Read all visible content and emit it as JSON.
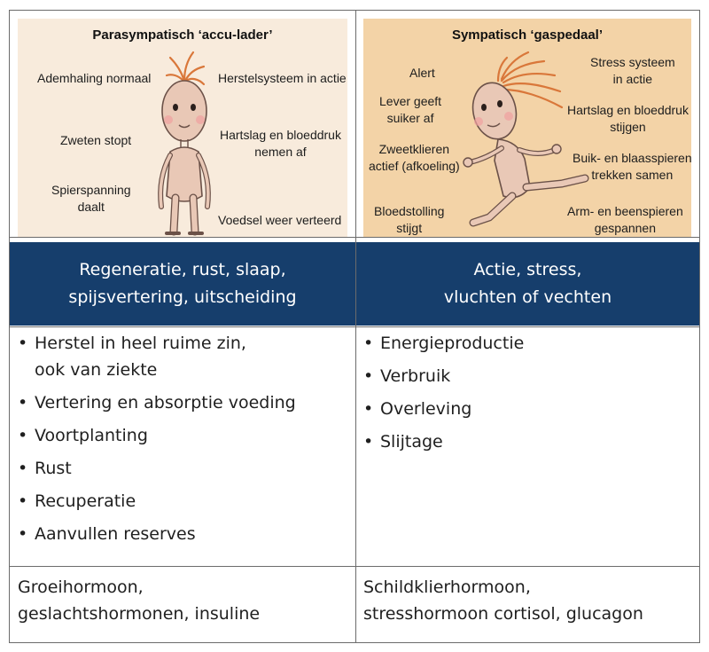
{
  "left": {
    "panel_title": "Parasympatisch ‘accu-lader’",
    "labels": {
      "ademhaling": "Ademhaling normaal",
      "herstelsysteem": "Herstelsysteem in actie",
      "zweten": "Zweten stopt",
      "hartslag": [
        "Hartslag en bloeddruk",
        "nemen af"
      ],
      "spierspanning": [
        "Spierspanning",
        "daalt"
      ],
      "voedsel": "Voedsel weer verteerd"
    },
    "heading": [
      "Regeneratie, rust, slaap,",
      "spijsvertering, uitscheiding"
    ],
    "items": [
      [
        "Herstel in heel ruime zin,",
        "ook van ziekte"
      ],
      [
        "Vertering en absorptie voeding"
      ],
      [
        "Voortplanting"
      ],
      [
        "Rust"
      ],
      [
        "Recuperatie"
      ],
      [
        "Aanvullen reserves"
      ]
    ],
    "hormones": [
      "Groeihormoon,",
      "geslachtshormonen, insuline"
    ]
  },
  "right": {
    "panel_title": "Sympatisch ‘gaspedaal’",
    "labels": {
      "alert": "Alert",
      "stress": [
        "Stress systeem",
        "in actie"
      ],
      "lever": [
        "Lever geeft",
        "suiker af"
      ],
      "hartslag": [
        "Hartslag en bloeddruk",
        "stijgen"
      ],
      "zweetklieren": [
        "Zweetklieren",
        "actief (afkoeling)"
      ],
      "buik": [
        "Buik- en blaasspieren",
        "trekken samen"
      ],
      "bloedstolling": [
        "Bloedstolling",
        "stijgt"
      ],
      "arm": [
        "Arm- en beenspieren",
        "gespannen"
      ]
    },
    "heading": [
      "Actie, stress,",
      "vluchten of vechten"
    ],
    "items": [
      [
        "Energieproductie"
      ],
      [
        "Verbruik"
      ],
      [
        "Overleving"
      ],
      [
        "Slijtage"
      ]
    ],
    "hormones": [
      "Schildklierhormoon,",
      "stresshormoon cortisol, glucagon"
    ]
  },
  "bullet_symbol": "•",
  "colors": {
    "band": "#163e6c",
    "left_panel": "#f8ebdc",
    "right_panel": "#f3d3a7",
    "border": "#6b6b6b",
    "figure_skin": "#e9c8b6",
    "hair": "#d9773a"
  }
}
